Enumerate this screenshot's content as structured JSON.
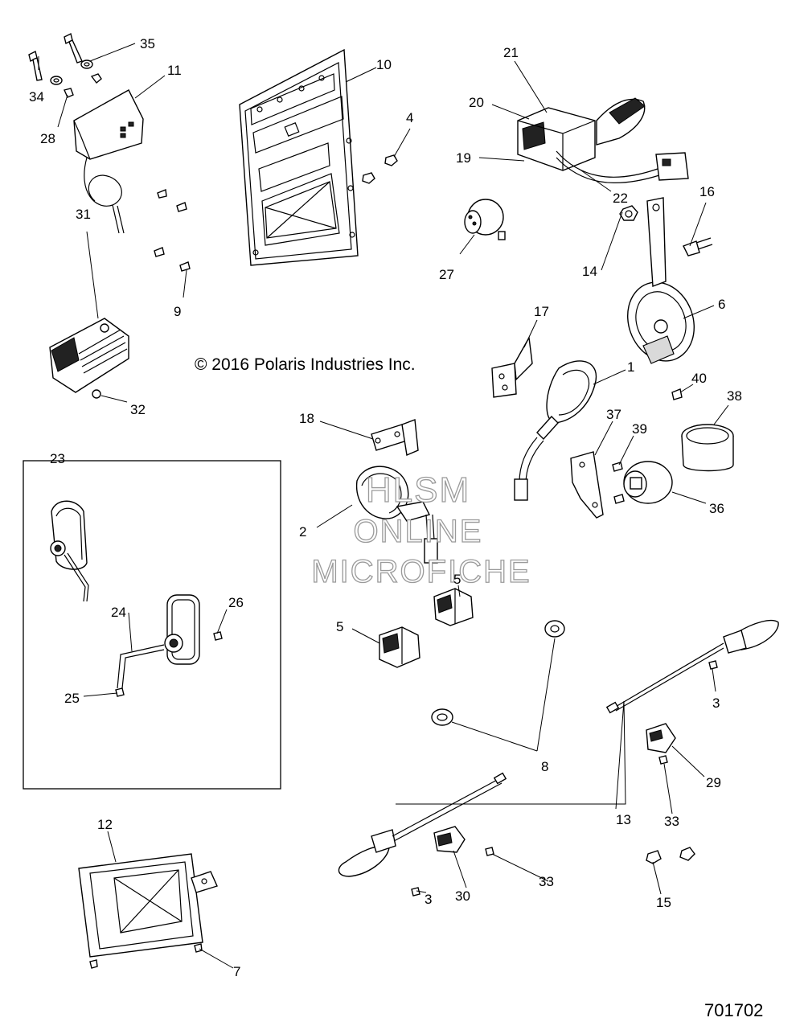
{
  "copyright": "© 2016 Polaris Industries Inc.",
  "figure_number": "701702",
  "watermark": {
    "line1": "HLSM",
    "line2": "ONLINE",
    "line3": "MICROFICHE"
  },
  "callouts": {
    "c1": "1",
    "c2": "2",
    "c3a": "3",
    "c3b": "3",
    "c4": "4",
    "c5a": "5",
    "c5b": "5",
    "c6": "6",
    "c7": "7",
    "c8": "8",
    "c9": "9",
    "c10": "10",
    "c11": "11",
    "c12": "12",
    "c13": "13",
    "c14": "14",
    "c15": "15",
    "c16": "16",
    "c17": "17",
    "c18": "18",
    "c19": "19",
    "c20": "20",
    "c21": "21",
    "c22": "22",
    "c23": "23",
    "c24": "24",
    "c25": "25",
    "c26": "26",
    "c27": "27",
    "c28": "28",
    "c29": "29",
    "c30": "30",
    "c31": "31",
    "c32": "32",
    "c33a": "33",
    "c33b": "33",
    "c34": "34",
    "c35": "35",
    "c36": "36",
    "c37": "37",
    "c38": "38",
    "c39": "39",
    "c40": "40"
  }
}
